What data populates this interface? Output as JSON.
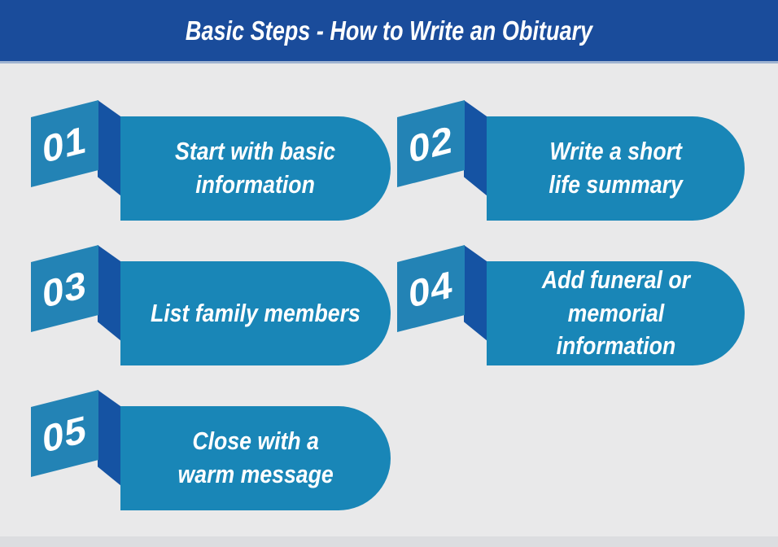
{
  "header": {
    "title": "Basic Steps - How to Write an Obituary"
  },
  "steps": [
    {
      "number": "01",
      "label": "Start with basic\ninformation"
    },
    {
      "number": "02",
      "label": "Write a short\nlife summary"
    },
    {
      "number": "03",
      "label": "List family members"
    },
    {
      "number": "04",
      "label": "Add funeral or\nmemorial\ninformation"
    },
    {
      "number": "05",
      "label": "Close with a\nwarm message"
    }
  ],
  "colors": {
    "header-bg": "#1A4C9B",
    "header-underline": "#9FB3D1",
    "banner": "#1986B7",
    "flag": "#2383B5",
    "fold": "#1553A3",
    "bg": "#E9E9EA",
    "footer-strip": "#DCDDE0",
    "text": "#FFFFFF"
  }
}
